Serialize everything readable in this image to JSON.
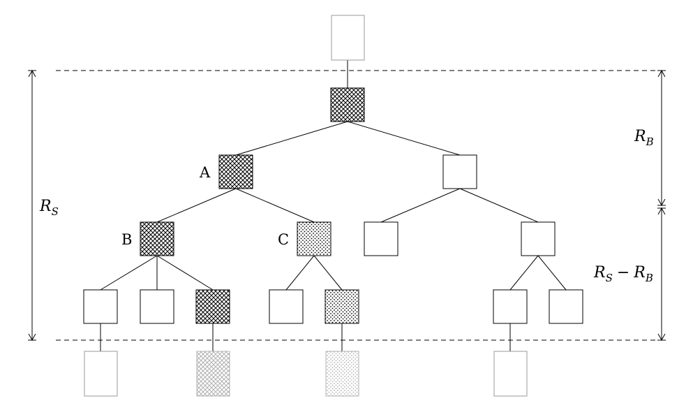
{
  "labels": {
    "A": "A",
    "B": "B",
    "C": "C"
  },
  "dimensions": {
    "rs": {
      "base": "R",
      "sub": "S"
    },
    "rb": {
      "base": "R",
      "sub": "B"
    },
    "rs_minus_rb": {
      "base1": "R",
      "sub1": "S",
      "op": "−",
      "base2": "R",
      "sub2": "B"
    }
  },
  "colors": {
    "stroke": "#000000",
    "faded": "#9a9a9a",
    "crosshatch": "crosshatch-pattern",
    "dotted": "dot-pattern"
  }
}
